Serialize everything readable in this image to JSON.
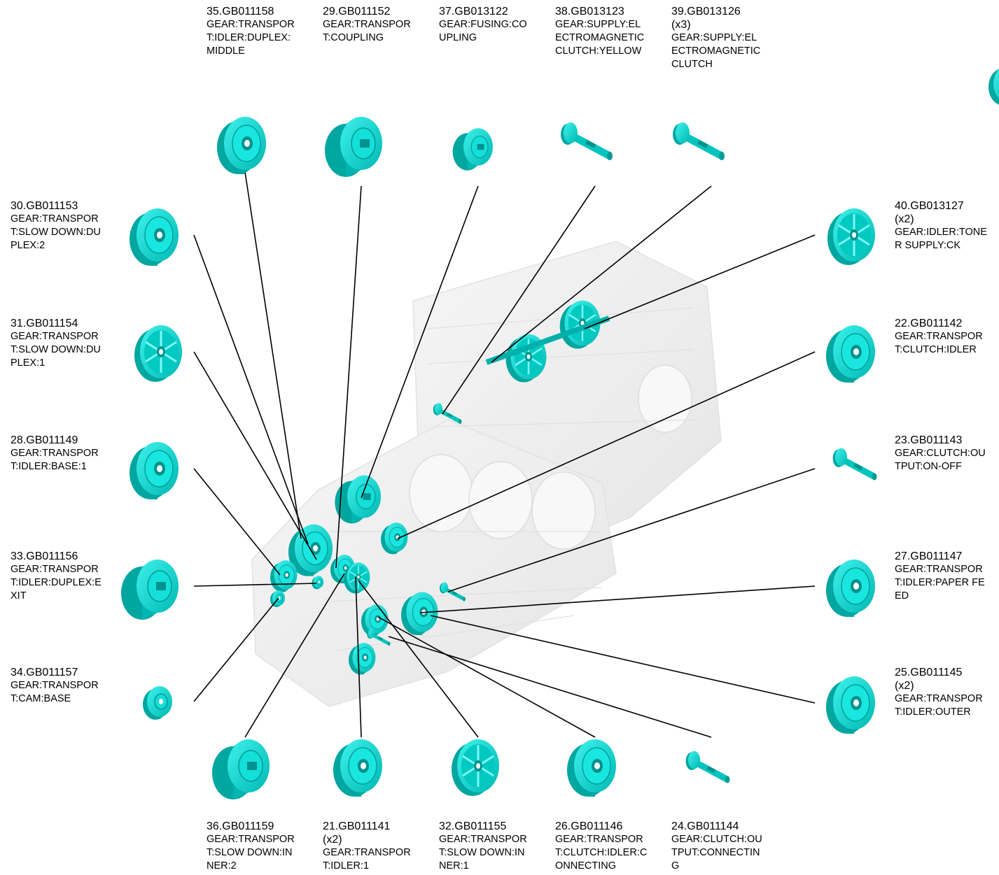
{
  "colors": {
    "part": "#00E0D8",
    "part_shade": "#00A6A0",
    "part_dark": "#007D78",
    "ghost": "#E9E9E9",
    "leader": "#000000"
  },
  "parts": [
    {
      "id": "p35",
      "number": "35.GB011158",
      "qty": "",
      "desc": "GEAR:TRANSPOR\nT:IDLER:DUPLEX:\nMIDDLE",
      "icon": "gear-icon"
    },
    {
      "id": "p29",
      "number": "29.GB011152",
      "qty": "",
      "desc": "GEAR:TRANSPOR\nT:COUPLING",
      "icon": "coupling-gear-icon"
    },
    {
      "id": "p37",
      "number": "37.GB013122",
      "qty": "",
      "desc": "GEAR:FUSING:CO\nUPLING",
      "icon": "fusing-coupling-icon"
    },
    {
      "id": "p38",
      "number": "38.GB013123",
      "qty": "",
      "desc": "GEAR:SUPPLY:EL\nECTROMAGNETIC\nCLUTCH:YELLOW",
      "icon": "clutch-shaft-icon"
    },
    {
      "id": "p39",
      "number": "39.GB013126",
      "qty": "(x3)",
      "desc": "GEAR:SUPPLY:EL\nECTROMAGNETIC\nCLUTCH",
      "icon": "clutch-shaft-icon"
    },
    {
      "id": "p30",
      "number": "30.GB011153",
      "qty": "",
      "desc": "GEAR:TRANSPOR\nT:SLOW DOWN:DU\nPLEX:2",
      "icon": "gear-icon"
    },
    {
      "id": "p31",
      "number": "31.GB011154",
      "qty": "",
      "desc": "GEAR:TRANSPOR\nT:SLOW DOWN:DU\nPLEX:1",
      "icon": "spoked-gear-icon"
    },
    {
      "id": "p28",
      "number": "28.GB011149",
      "qty": "",
      "desc": "GEAR:TRANSPOR\nT:IDLER:BASE:1",
      "icon": "gear-icon"
    },
    {
      "id": "p33",
      "number": "33.GB011156",
      "qty": "",
      "desc": "GEAR:TRANSPOR\nT:IDLER:DUPLEX:E\nXIT",
      "icon": "gear-icon"
    },
    {
      "id": "p34",
      "number": "34.GB011157",
      "qty": "",
      "desc": "GEAR:TRANSPOR\nT:CAM:BASE",
      "icon": "cam-icon"
    },
    {
      "id": "p40",
      "number": "40.GB013127",
      "qty": "(x2)",
      "desc": "GEAR:IDLER:TONE\nR SUPPLY:CK",
      "icon": "spoked-gear-icon"
    },
    {
      "id": "p22",
      "number": "22.GB011142",
      "qty": "",
      "desc": "GEAR:TRANSPOR\nT:CLUTCH:IDLER",
      "icon": "gear-icon"
    },
    {
      "id": "p23",
      "number": "23.GB011143",
      "qty": "",
      "desc": "GEAR:CLUTCH:OU\nTPUT:ON-OFF",
      "icon": "clutch-shaft-icon"
    },
    {
      "id": "p27",
      "number": "27.GB011147",
      "qty": "",
      "desc": "GEAR:TRANSPOR\nT:IDLER:PAPER FE\nED",
      "icon": "gear-icon"
    },
    {
      "id": "p25",
      "number": "25.GB011145",
      "qty": "(x2)",
      "desc": "GEAR:TRANSPOR\nT:IDLER:OUTER",
      "icon": "gear-icon"
    },
    {
      "id": "p36",
      "number": "36.GB011159",
      "qty": "",
      "desc": "GEAR:TRANSPOR\nT:SLOW DOWN:IN\nNER:2",
      "icon": "coupling-gear-icon"
    },
    {
      "id": "p21",
      "number": "21.GB011141",
      "qty": "(x2)",
      "desc": "GEAR:TRANSPOR\nT:IDLER:1",
      "icon": "gear-icon"
    },
    {
      "id": "p32",
      "number": "32.GB011155",
      "qty": "",
      "desc": "GEAR:TRANSPOR\nT:SLOW DOWN:IN\nNER:1",
      "icon": "spoked-gear-icon"
    },
    {
      "id": "p26",
      "number": "26.GB011146",
      "qty": "",
      "desc": "GEAR:TRANSPOR\nT:CLUTCH:IDLER:C\nONNECTING",
      "icon": "gear-icon"
    },
    {
      "id": "p24",
      "number": "24.GB011144",
      "qty": "",
      "desc": "GEAR:CLUTCH:OU\nTPUT:CONNECTIN\nG",
      "icon": "clutch-shaft-icon"
    }
  ]
}
